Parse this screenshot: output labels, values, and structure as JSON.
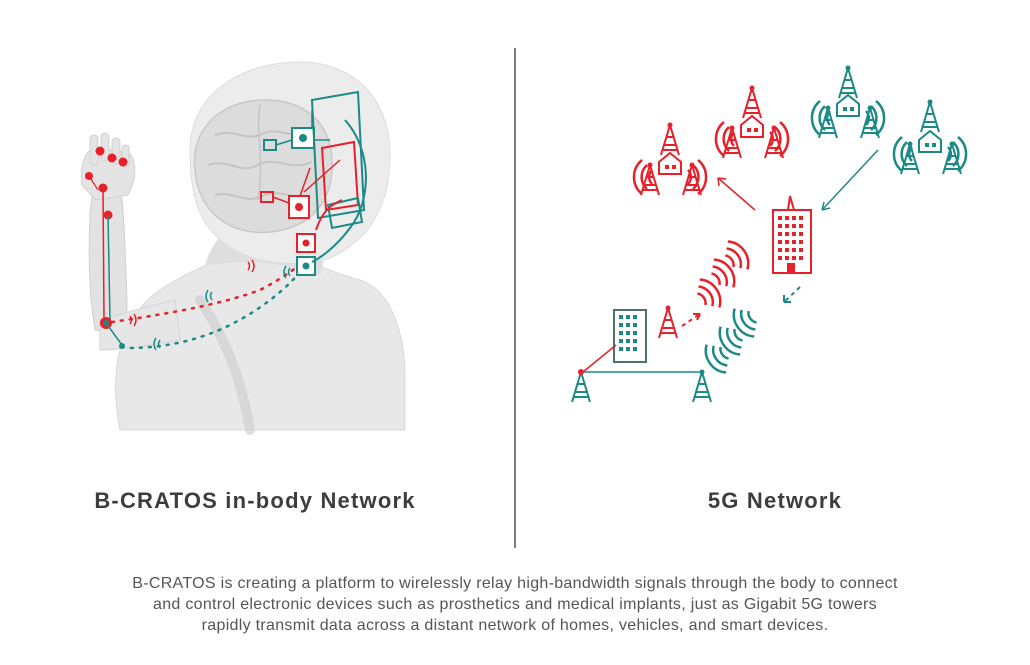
{
  "left_panel": {
    "title": "B-CRATOS in-body Network"
  },
  "right_panel": {
    "title": "5G Network"
  },
  "caption": {
    "lines": [
      "B-CRATOS is creating a platform to wirelessly relay high-bandwidth signals through the body to connect",
      "and control electronic devices such as prosthetics and medical implants, just as Gigabit 5G towers",
      "rapidly transmit data across a distant network of homes, vehicles, and smart devices."
    ]
  },
  "colors": {
    "red": "#e8202a",
    "teal": "#1b8a86",
    "body": "#e6e6e6",
    "divider": "#7a7a7a",
    "text": "#3d3d3d"
  },
  "icons": [
    "brain-icon",
    "arm-icon",
    "implant-chip-icon",
    "cell-tower-icon",
    "office-building-icon",
    "house-icon",
    "wireless-signal-icon"
  ]
}
